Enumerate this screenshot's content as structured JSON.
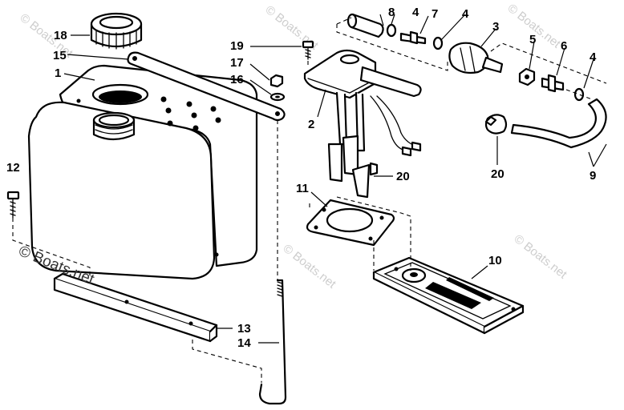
{
  "diagram": {
    "callouts": {
      "c1": "1",
      "c2": "2",
      "c3": "3",
      "c4a": "4",
      "c4b": "4",
      "c4c": "4",
      "c5": "5",
      "c6": "6",
      "c7": "7",
      "c8": "8",
      "c9": "9",
      "c10": "10",
      "c11": "11",
      "c12": "12",
      "c13": "13",
      "c14": "14",
      "c15": "15",
      "c16": "16",
      "c17": "17",
      "c18": "18",
      "c19": "19",
      "c20a": "20",
      "c20b": "20"
    },
    "watermark": {
      "primary": "© Boats.net",
      "repeat": "© Boats.net"
    },
    "colors": {
      "line": "#000000",
      "background": "#ffffff",
      "watermark": "#bdbdbd"
    }
  }
}
